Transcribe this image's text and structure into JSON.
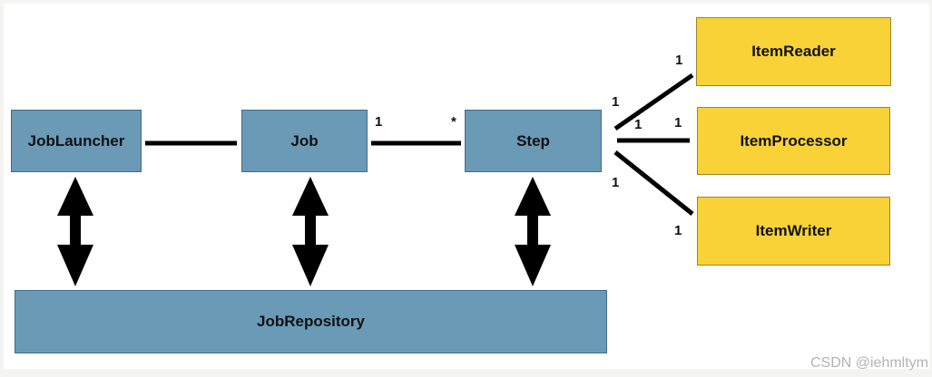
{
  "nodes": {
    "job_launcher": "JobLauncher",
    "job": "Job",
    "step": "Step",
    "job_repository": "JobRepository",
    "item_reader": "ItemReader",
    "item_processor": "ItemProcessor",
    "item_writer": "ItemWriter"
  },
  "multiplicities": {
    "job_side": "1",
    "step_side": "*",
    "step_to_reader": "1",
    "reader_end": "1",
    "step_to_processor": "1",
    "processor_end": "1",
    "step_to_writer": "1",
    "writer_end": "1"
  },
  "colors": {
    "blue_fill": "#6a9ab6",
    "blue_border": "#3f6d8a",
    "yellow_fill": "#f8d236",
    "line": "#000000"
  },
  "watermark": "CSDN @iehmltym"
}
